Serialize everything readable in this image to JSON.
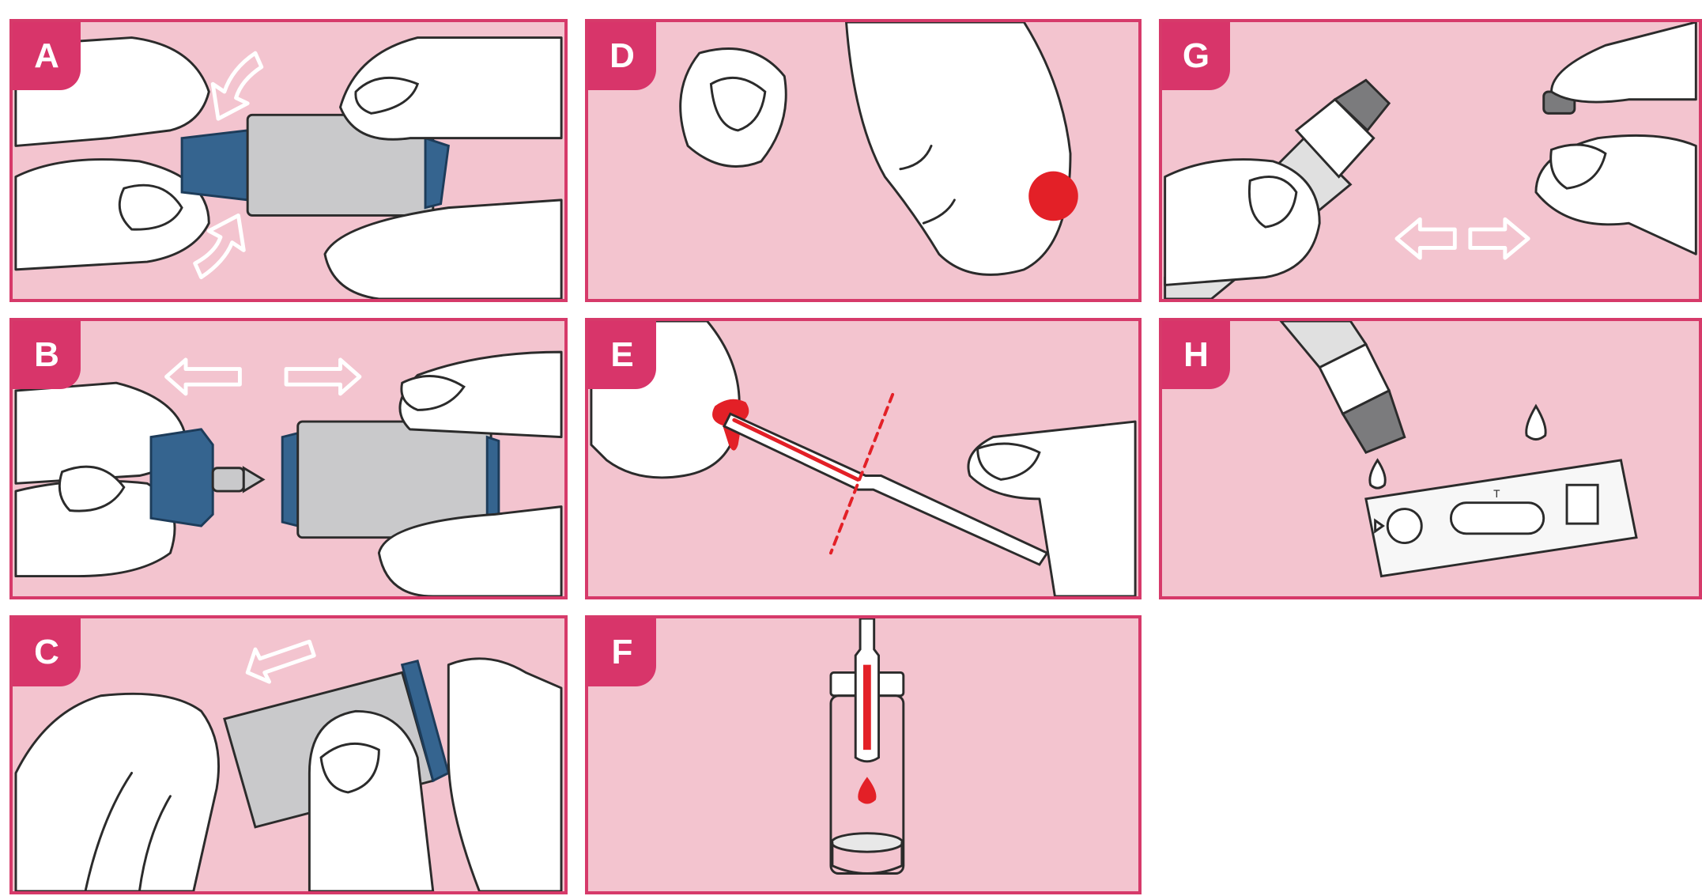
{
  "steps": [
    {
      "label": "A"
    },
    {
      "label": "B"
    },
    {
      "label": "C"
    },
    {
      "label": "D"
    },
    {
      "label": "E"
    },
    {
      "label": "F"
    },
    {
      "label": "G"
    },
    {
      "label": "H"
    }
  ],
  "colors": {
    "panel_background": "#f3c4cf",
    "panel_border": "#d63a6a",
    "tab": "#d8356a",
    "blood": "#e32027",
    "lancet_cap": "#35648f",
    "lancet_body": "#c9c9cb",
    "bottle_cap": "#7b7b7d"
  },
  "test_cassette": {
    "window_mark": "T"
  }
}
